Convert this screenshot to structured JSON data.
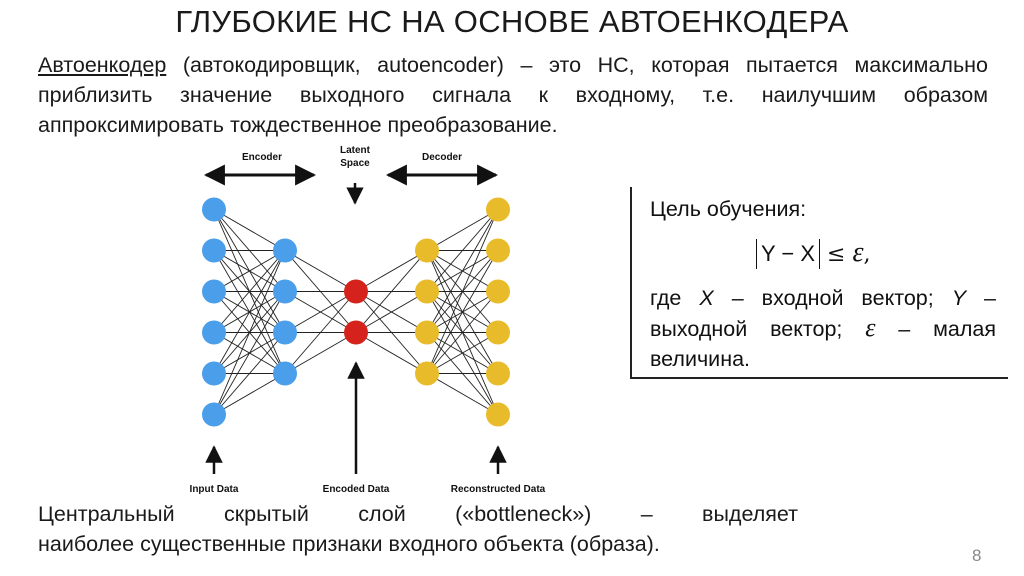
{
  "slide": {
    "title": "ГЛУБОКИЕ НС НА ОСНОВЕ АВТОЕНКОДЕРА",
    "page_number": "8"
  },
  "intro": {
    "term": "Автоенкодер",
    "line1_rest": " (автокодировщик, autoencoder) – это НС, которая пытается",
    "line2": "максимально приблизить значение выходного сигнала к входному, т.е.",
    "line3": "наилучшим образом аппроксимировать тождественное преобразование."
  },
  "diagram": {
    "encoder_label": "Encoder",
    "latent_label_1": "Latent",
    "latent_label_2": "Space",
    "decoder_label": "Decoder",
    "input_label": "Input Data",
    "encoded_label": "Encoded Data",
    "reconstructed_label": "Reconstructed Data",
    "layer_sizes": [
      6,
      4,
      2,
      4,
      6
    ],
    "colors": {
      "input": "#4a9eea",
      "hidden_encoder": "#4a9eea",
      "bottleneck": "#d6221c",
      "hidden_decoder": "#e8bb2a",
      "output": "#e8bb2a",
      "edges": "#222222"
    }
  },
  "goal": {
    "heading": "Цель обучения:",
    "formula_y": "Y",
    "formula_minus": " − ",
    "formula_x": "X",
    "formula_le": " ≤ ",
    "formula_eps": "ε",
    "formula_comma": ",",
    "desc_1": "где ",
    "desc_x": "X",
    "desc_2": " – входной вектор; ",
    "desc_y": "Y",
    "desc_3": " – выходной вектор; ",
    "desc_eps": "ε",
    "desc_4": " – малая величина."
  },
  "bottleneck_note": {
    "line1": "Центральный скрытый слой («bottleneck») – выделяет",
    "line2": "наиболее существенные признаки входного объекта (образа)."
  }
}
